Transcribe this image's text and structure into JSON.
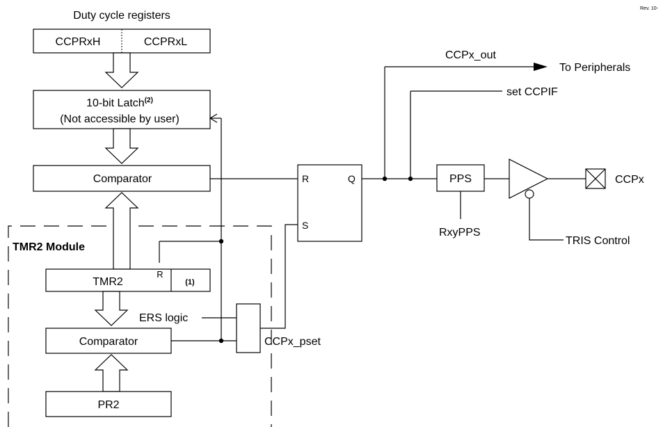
{
  "rev": "Rev. 10-",
  "duty_registers": {
    "title": "Duty cycle registers",
    "high": "CCPRxH",
    "low": "CCPRxL"
  },
  "latch": {
    "line1": "10-bit Latch",
    "sup": "(2)",
    "line2": "(Not accessible by user)"
  },
  "comparator_top": "Comparator",
  "tmr2_module": {
    "title": "TMR2 Module",
    "tmr2": "TMR2",
    "reset_pin": "R",
    "note": "(1)",
    "comparator": "Comparator",
    "pr2": "PR2"
  },
  "ers_logic": "ERS logic",
  "ccp_pset": "CCPx_pset",
  "flipflop": {
    "r": "R",
    "s": "S",
    "q": "Q"
  },
  "ccp_out": "CCPx_out",
  "to_peripherals": "To Peripherals",
  "set_ccpif": "set CCPIF",
  "pps": "PPS",
  "rxypps": "RxyPPS",
  "ccpx_pin": "CCPx",
  "tris_control": "TRIS Control"
}
